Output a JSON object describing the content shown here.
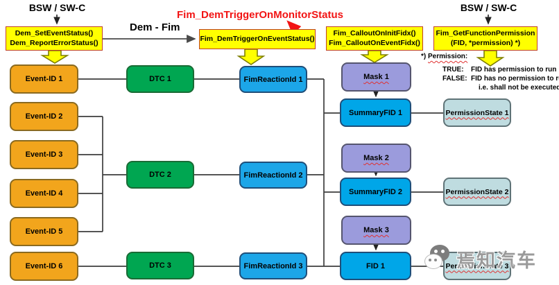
{
  "headers": {
    "bsw_left": "BSW / SW-C",
    "bsw_right": "BSW / SW-C",
    "dem_fim": "Dem - Fim"
  },
  "annotation": {
    "text": "Fim_DemTriggerOnMonitorStatus",
    "color": "#f21414"
  },
  "api_boxes": {
    "dem": {
      "line1": "Dem_SetEventStatus()",
      "line2": "Dem_ReportErrorStatus()"
    },
    "fim_trigger": {
      "line1": "Fim_DemTriggerOnEventStatus()"
    },
    "fim_callout": {
      "line1": "Fim_CalloutOnInitFidx()",
      "line2": "Fim_CalloutOnEventFidx()"
    },
    "fim_getpermission": {
      "line1": "Fim_GetFunctionPermission",
      "line2": "(FID, *permission)  *)"
    }
  },
  "permission_note": {
    "star": "*) ",
    "word": "Permission:",
    "true_label": "TRUE:",
    "true_text": "FID has permission to run",
    "false_label": "FALSE:",
    "false_text": "FID has no permission to run,",
    "false_text2": "i.e. shall not be executed"
  },
  "nodes": {
    "events": [
      "Event-ID 1",
      "Event-ID 2",
      "Event-ID 3",
      "Event-ID 4",
      "Event-ID 5",
      "Event-ID 6"
    ],
    "dtcs": [
      "DTC 1",
      "DTC 2",
      "DTC 3"
    ],
    "reactions": [
      "FimReactionId 1",
      "FimReactionId 2",
      "FimReactionId 3"
    ],
    "masks": [
      "Mask 1",
      "Mask 2",
      "Mask 3"
    ],
    "fids": [
      "SummaryFID 1",
      "SummaryFID 2",
      "FID 1"
    ],
    "permissions": [
      "PermissionState 1",
      "PermissionState 2",
      "PermissionState 3"
    ]
  },
  "watermark": {
    "text": "焉知汽车"
  },
  "colors": {
    "api_fill": "#ffff00",
    "api_border": "#bf4026",
    "event_fill": "#f2a51c",
    "dtc_fill": "#00a651",
    "reaction_fill": "#1ca6e8",
    "mask_fill": "#9b9bdc",
    "fid_fill": "#00a6e8",
    "permission_fill": "#bfdce0",
    "annotation_red": "#f21414",
    "connector": "#3d3d3d",
    "block_arrow_outline": "#7f7f00"
  }
}
